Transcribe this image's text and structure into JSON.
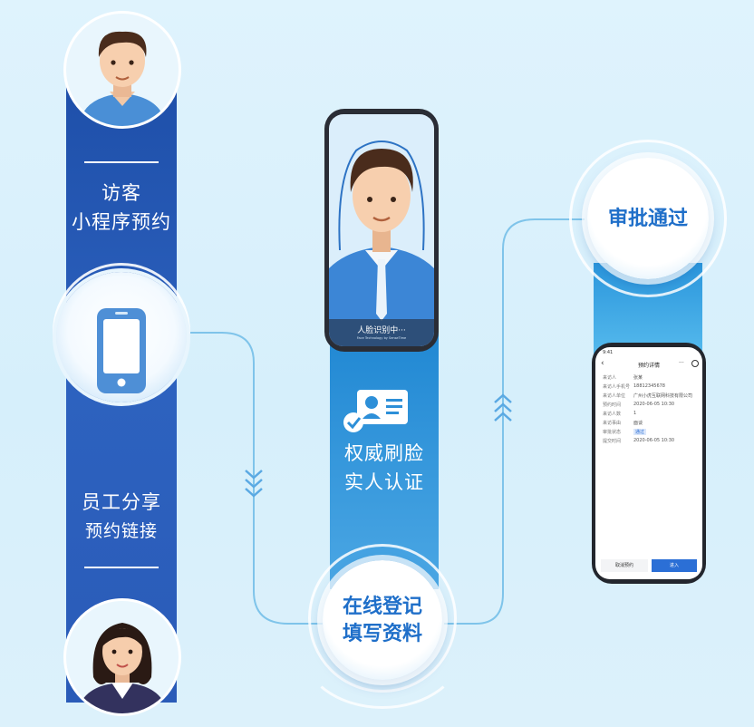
{
  "steps": {
    "visitor": {
      "line1": "访客",
      "line2": "小程序预约"
    },
    "share": {
      "line1": "员工分享",
      "line2": "预约链接"
    },
    "auth": {
      "line1": "权威刷脸",
      "line2": "实人认证"
    },
    "register": {
      "line1": "在线登记",
      "line2": "填写资料"
    },
    "approve": {
      "label": "审批通过"
    }
  },
  "face_phone": {
    "status": "人脸识别中···",
    "caption": "Face Technology by SenseTime"
  },
  "detail_phone": {
    "time": "9:41",
    "title": "预约详情",
    "rows": [
      {
        "k": "来访人",
        "v": "张某"
      },
      {
        "k": "来访人手机号",
        "v": "18812345678"
      },
      {
        "k": "来访人单位",
        "v": "广州小虎互联网科技有限公司"
      },
      {
        "k": "预约时间",
        "v": "2020-06-05 10:30"
      },
      {
        "k": "来访人数",
        "v": "1"
      },
      {
        "k": "来访事由",
        "v": "面谈"
      },
      {
        "k": "审批状态",
        "v": "通过"
      },
      {
        "k": "提交时间",
        "v": "2020-06-05 10:30"
      }
    ],
    "cancel_label": "取消预约",
    "enter_label": "进入"
  },
  "colors": {
    "deep_blue": "#1e4fa9",
    "mid_blue": "#2d8fd8",
    "light_blue": "#5cc0f0",
    "line": "#7fc4ea"
  }
}
